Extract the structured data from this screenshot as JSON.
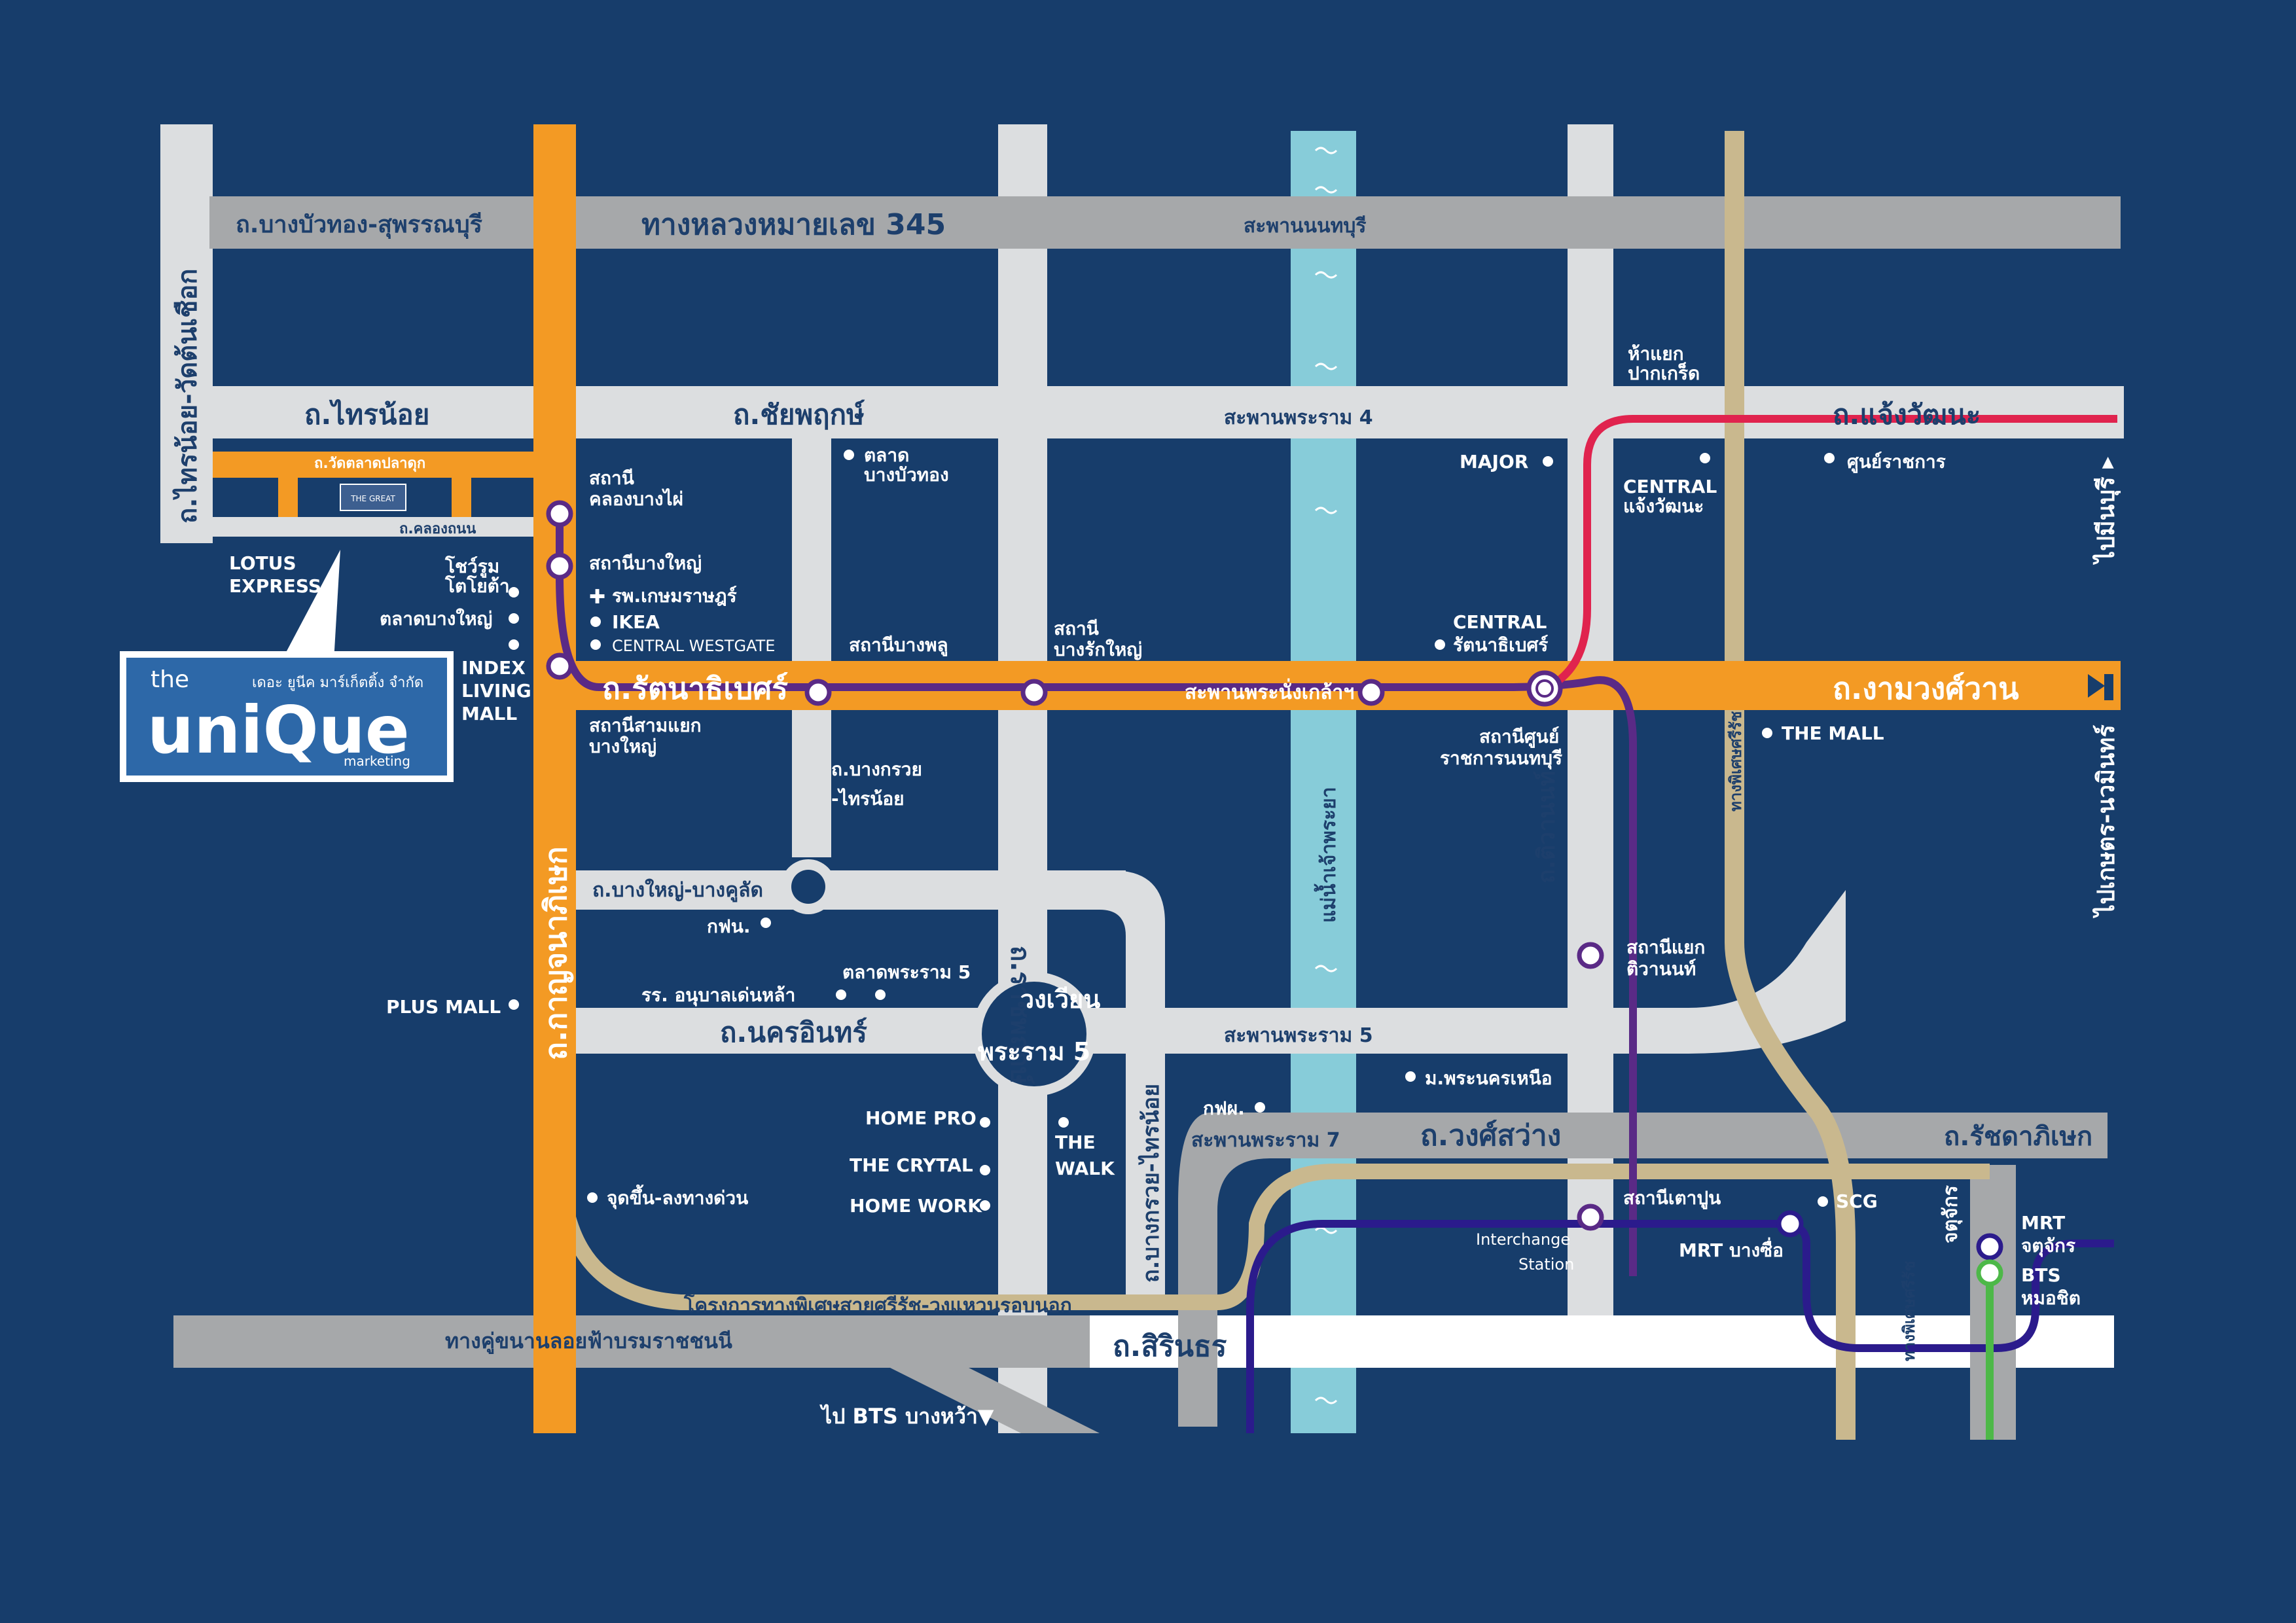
{
  "colors": {
    "background": "#173d6b",
    "road": "#dcdee0",
    "major_road": "#a6a8aa",
    "orange_road": "#f39a24",
    "river": "#87ccd9",
    "purple_line": "#5a2a86",
    "red_line": "#e0234e",
    "blue_line": "#2b1b8c",
    "tan_road": "#c9b88e",
    "green_line": "#4db848"
  },
  "roads": {
    "bang_bua_thong": "ถ.บางบัวทอง-สุพรรณบุรี",
    "highway_345": "ทางหลวงหมายเลข 345",
    "nonthaburi_bridge": "สะพานนนทบุรี",
    "sai_noi_wat_ton": "ถ.ไทรน้อย-วัดต้นเชือก",
    "sai_noi": "ถ.ไทรน้อย",
    "chaiyaphruek": "ถ.ชัยพฤกษ์",
    "rama4_bridge": "สะพานพระราม 4",
    "chaeng_watthana": "ถ.แจ้งวัฒนะ",
    "wat_talat_pla_duk": "ถ.วัดตลาดปลาดุก",
    "khlong_thanon": "ถ.คลองถนน",
    "rattanathibet": "ถ.รัตนาธิเบศร์",
    "phra_nang_klao_bridge": "สะพานพระนั่งเกล้าฯ",
    "ngamwongwan": "ถ.งามวงศ์วาน",
    "kanchanaphisek": "ถ.กาญจนาภิเษก",
    "bang_kruai_sai_noi": "ถ.บางกรวย\n-ไทรน้อย",
    "ratchaphruek": "ถ.ราชพฤกษ์",
    "river_name": "แม่น้ำเจ้าพระยา",
    "tiwanon": "ถ.ติวานนท์",
    "bang_yai_bang_khulat": "ถ.บางใหญ่-บางคูลัด",
    "nakhon_in": "ถ.นครอินทร์",
    "rama5_bridge": "สะพานพระราม 5",
    "bang_kruai_sai_noi_v": "ถ.บางกรวย-ไทรน้อย",
    "rama7_bridge": "สะพานพระราม 7",
    "wong_sawang": "ถ.วงศ์สว่าง",
    "ratchadaphisek": "ถ.รัชดาภิเษก",
    "sirin_road": "ถ.สิรินธร",
    "borommaratchachonnani": "ทางคู่ขนานลอยฟ้าบรมราชชนนี",
    "expressway_project": "โครงการทางพิเศษสายศรีรัช-วงแหวนรอบนอก",
    "si_rat_expressway": "ทางพิเศษศรีรัช",
    "chatuchak": "จตุจักร",
    "to_min_buri": "ไปมีนบุรี ▸",
    "to_kaset_nawamin": "ไปเกษตร-นวมินทร์",
    "to_bts_bang_wa": "ไป BTS บางหว้า▼",
    "wongwian_rama5": "วงเวียน\nพระราม 5"
  },
  "places": {
    "talat_bang_bua_thong": "ตลาด\nบางบัวทอง",
    "major": "MAJOR",
    "central_chaeng": "CENTRAL\nแจ้งวัฒนะ",
    "ha_yaek": "ห้าแยก\nปากเกร็ด",
    "government_center": "ศูนย์ราชการ",
    "lotus": "LOTUS\nEXPRESS",
    "showroom": "โชว์รูม\nโตโยต้า",
    "talat_bang_yai": "ตลาดบางใหญ่",
    "index": "INDEX\nLIVING\nMALL",
    "hospital": "รพ.เกษมราษฎร์",
    "ikea": "IKEA",
    "central_westgate": "CENTRAL WESTGATE",
    "central_rattana": "CENTRAL\nรัตนาธิเบศร์",
    "the_mall": "THE MALL",
    "egat1": "กฟน.",
    "talat_rama5": "ตลาดพระราม 5",
    "school": "รร. อนุบาลเด่นหล้า",
    "plus_mall": "PLUS MALL",
    "home_pro": "HOME PRO",
    "the_walk": "THE\nWALK",
    "the_crytal": "THE CRYTAL",
    "home_work": "HOME WORK",
    "egat2": "กฟผ.",
    "uni": "ม.พระนครเหนือ",
    "scg": "SCG",
    "expressway_in_out": "จุดขึ้น-ลงทางด่วน",
    "the_great": "THE GREAT"
  },
  "stations": {
    "khlong_bang_phai": "สถานี\nคลองบางไผ่",
    "bang_yai": "สถานีบางใหญ่",
    "sam_yaek_bang_yai": "สถานีสามแยก\nบางใหญ่",
    "bang_phlu": "สถานีบางพลู",
    "bang_rak_yai": "สถานี\nบางรักใหญ่",
    "government_center_nonthaburi": "สถานีศูนย์\nราชการนนทบุรี",
    "tiwanon_station": "สถานีแยก\nติวานนท์",
    "tao_poon": "สถานีเตาปูน",
    "interchange": "Interchange\nStation",
    "mrt_bang_sue": "MRT บางซื่อ",
    "mrt_chatuchak": "MRT\nจตุจักร",
    "bts_mo_chit": "BTS\nหมอชิต"
  },
  "logo": {
    "brand": "the unique",
    "subtitle": "เดอะ ยูนีค มาร์เก็ตติ้ง จำกัด",
    "tagline": "marketing"
  }
}
